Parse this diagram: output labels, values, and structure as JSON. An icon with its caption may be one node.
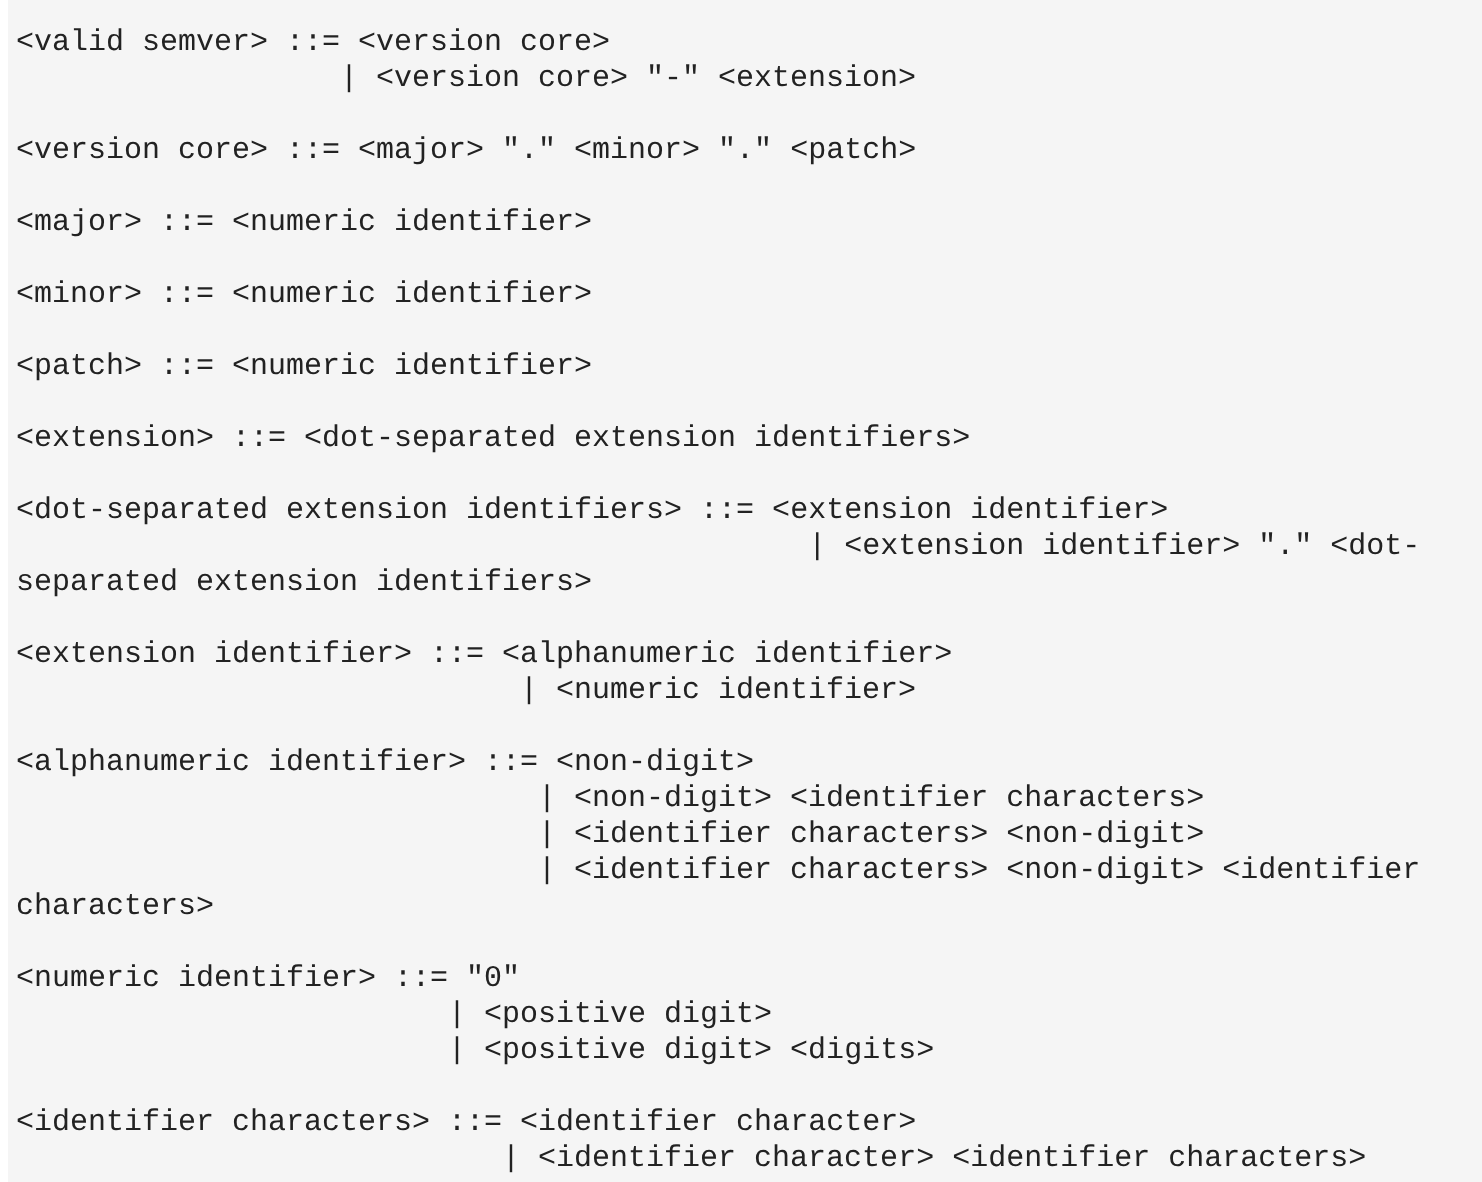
{
  "diagram": {
    "labels": [
      "<valid semver> ::= <version core>",
      "| <version core> \"-\" <extension>",
      "<version core> ::= <major> \".\" <minor> \".\" <patch>",
      "<major> ::= <numeric identifier>",
      "<minor> ::= <numeric identifier>",
      "<patch> ::= <numeric identifier>",
      "<extension> ::= <dot-separated extension identifiers>",
      "<dot-separated extension identifiers> ::= <extension identifier>",
      "| <extension identifier> \".\" <dot-separated extension identifiers>",
      "<extension identifier> ::= <alphanumeric identifier>",
      "| <numeric identifier>",
      "<alphanumeric identifier> ::= <non-digit>",
      "| <non-digit> <identifier characters>",
      "| <identifier characters> <non-digit>",
      "| <identifier characters> <non-digit> <identifier characters>",
      "<numeric identifier> ::= \"0\"",
      "| <positive digit>",
      "| <positive digit> <digits>",
      "<identifier characters> ::= <identifier character>",
      "| <identifier character> <identifier characters>"
    ]
  }
}
